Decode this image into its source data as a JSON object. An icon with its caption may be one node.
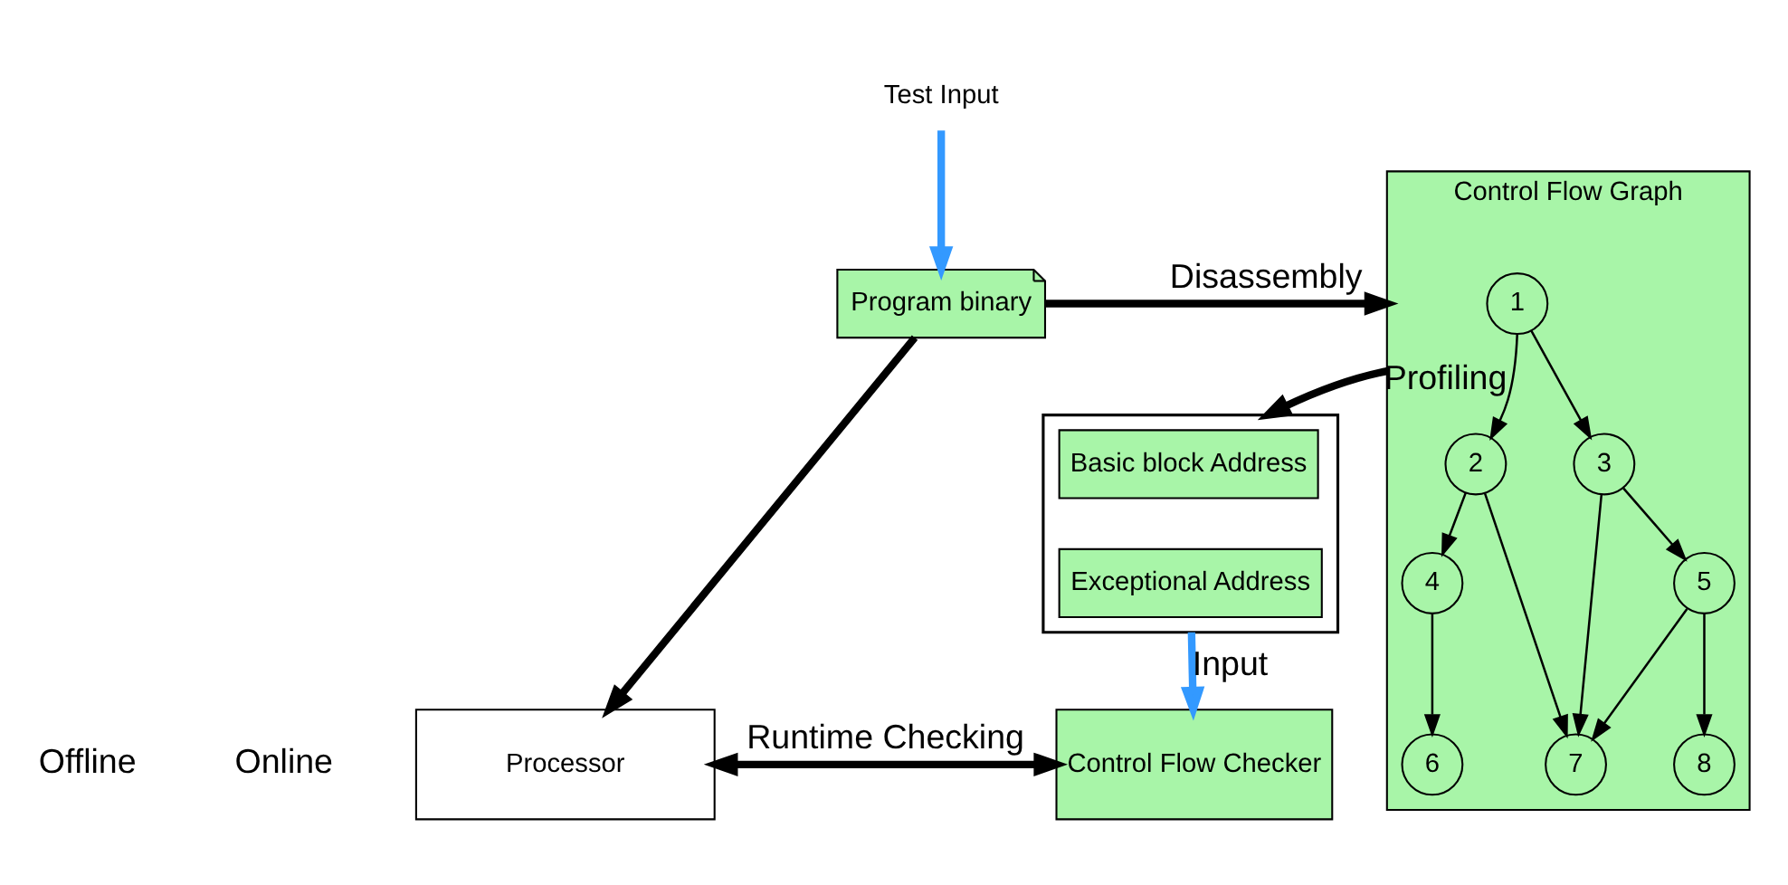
{
  "diagram": {
    "nodes": [
      {
        "text": [
          "Test Input"
        ]
      },
      {
        "text": [
          "Program binary"
        ]
      },
      {
        "text": [
          "Control Flow Graph"
        ]
      },
      {
        "text": [
          "1"
        ],
        "in": 2
      },
      {
        "text": [
          "2"
        ],
        "in": 2
      },
      {
        "text": [
          "3"
        ],
        "in": 2
      },
      {
        "text": [
          "4"
        ],
        "in": 2
      },
      {
        "text": [
          "5"
        ],
        "in": 2
      },
      {
        "text": [
          "6"
        ],
        "in": 2
      },
      {
        "text": [
          "7"
        ],
        "in": 2
      },
      {
        "text": [
          "8"
        ],
        "in": 2
      },
      {
        "text": [],
        "shape": "box"
      },
      {
        "text": [
          "Basic block Address"
        ],
        "in": 11
      },
      {
        "text": [
          "Exceptional Address"
        ],
        "in": 11
      },
      {
        "text": [
          "Processor"
        ]
      },
      {
        "text": [
          "Control Flow Checker"
        ]
      }
    ],
    "edges": [
      {
        "from": 0,
        "to": 1,
        "arrow": "to",
        "style": "thick",
        "color": "#3399ff"
      },
      {
        "from": 1,
        "to": 2,
        "arrow": "to",
        "label": "Disassembly",
        "style": "thick"
      },
      {
        "from": 3,
        "to": 4,
        "arrow": "to"
      },
      {
        "from": 3,
        "to": 5,
        "arrow": "to"
      },
      {
        "from": 4,
        "to": 6,
        "arrow": "to"
      },
      {
        "from": 4,
        "to": 9,
        "arrow": "to"
      },
      {
        "from": 5,
        "to": 9,
        "arrow": "to"
      },
      {
        "from": 5,
        "to": 7,
        "arrow": "to"
      },
      {
        "from": 6,
        "to": 8,
        "arrow": "to"
      },
      {
        "from": 7,
        "to": 9,
        "arrow": "to"
      },
      {
        "from": 7,
        "to": 10,
        "arrow": "to"
      },
      {
        "from": 2,
        "to": 11,
        "arrow": "to",
        "label": "Profiling",
        "style": "thick"
      },
      {
        "from": 1,
        "to": 14,
        "arrow": "to",
        "style": "thick"
      },
      {
        "from": 11,
        "to": 15,
        "arrow": "to",
        "label": "Input",
        "style": "thick",
        "color": "#3399ff"
      },
      {
        "from": 14,
        "to": 15,
        "arrow": "both",
        "label": "Runtime Checking",
        "style": "thick"
      }
    ],
    "labels": [
      "Offline",
      "Online"
    ]
  }
}
